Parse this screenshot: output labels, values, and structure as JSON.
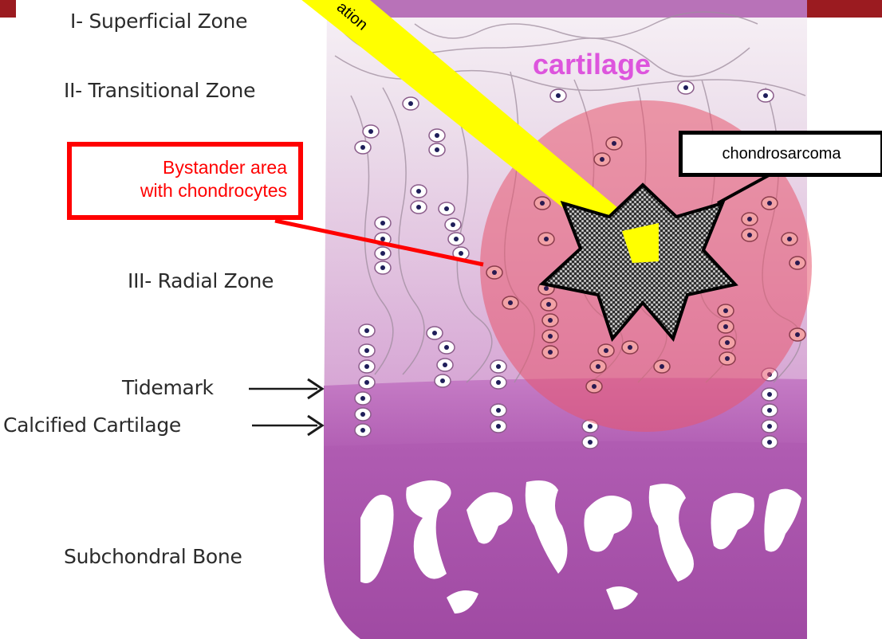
{
  "zones": {
    "superficial": "I- Superficial Zone",
    "transitional": "II- Transitional Zone",
    "radial": "III- Radial Zone",
    "tidemark": "Tidemark",
    "calcified": "Calcified Cartilage",
    "subchondral": "Subchondral Bone"
  },
  "labels": {
    "cartilage": "cartilage",
    "chondrosarcoma": "chondrosarcoma",
    "bystander_line1": "Bystander area",
    "bystander_line2": "with chondrocytes",
    "radiation_partial": "ation"
  },
  "colors": {
    "bystander_red": "#ff0000",
    "beam_yellow": "#ffff00",
    "tumor_pink": "#e8556e",
    "cartilage_magenta": "#dd55dd",
    "slide_header": "#9b1b20"
  },
  "icons": [
    "arrow-right-icon",
    "star-tumor-icon",
    "chondrocyte-cell-icon"
  ]
}
